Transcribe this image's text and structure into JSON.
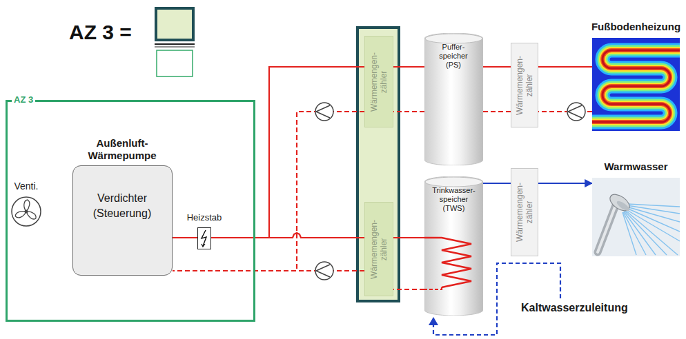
{
  "diagram": {
    "nodes": [
      {
        "text": [
          "AZ 3"
        ]
      },
      {
        "text": [
          "Außenluft- Wärmepumpe",
          "Verdichter (Steuerung)"
        ],
        "in": 0
      },
      {
        "text": [
          "Venti."
        ],
        "in": 0
      },
      {
        "text": [
          "Heizstab"
        ],
        "in": 0
      },
      {
        "text": [
          "Wärmemengen- zähler"
        ]
      },
      {
        "text": [
          "Puffer- speicher (PS)"
        ]
      },
      {
        "text": [
          "Wärmemengen- zähler"
        ]
      },
      {
        "text": [
          "Fußbodenheizung"
        ]
      },
      {
        "text": [
          "Wärmemengen- zähler"
        ]
      },
      {
        "text": [
          "Trinkwasser- speicher (TWS)"
        ]
      },
      {
        "text": [
          "Wärmemengen- zähler"
        ]
      },
      {
        "text": [
          "Warmwasser"
        ]
      }
    ],
    "edges": [
      {
        "from": 1,
        "to": 3,
        "arrow": "none"
      },
      {
        "from": 3,
        "to": 4,
        "arrow": "none"
      },
      {
        "from": 4,
        "to": 5,
        "arrow": "none"
      },
      {
        "from": 5,
        "to": 6,
        "arrow": "none"
      },
      {
        "from": 6,
        "to": 7,
        "arrow": "none"
      },
      {
        "from": 7,
        "to": 6,
        "arrow": "none"
      },
      {
        "from": 6,
        "to": 5,
        "arrow": "none"
      },
      {
        "from": 5,
        "to": 4,
        "arrow": "none"
      },
      {
        "from": 4,
        "to": 1,
        "arrow": "none"
      },
      {
        "from": 3,
        "to": 8,
        "arrow": "none"
      },
      {
        "from": 8,
        "to": 9,
        "arrow": "none"
      },
      {
        "from": 9,
        "to": 8,
        "arrow": "none"
      },
      {
        "from": 8,
        "to": 1,
        "arrow": "none"
      },
      {
        "from": 9,
        "to": 10,
        "arrow": "none"
      },
      {
        "from": 10,
        "to": 11,
        "arrow": "to"
      }
    ],
    "labels": [
      "AZ 3 =",
      "Kaltwasserzuleitung"
    ]
  }
}
